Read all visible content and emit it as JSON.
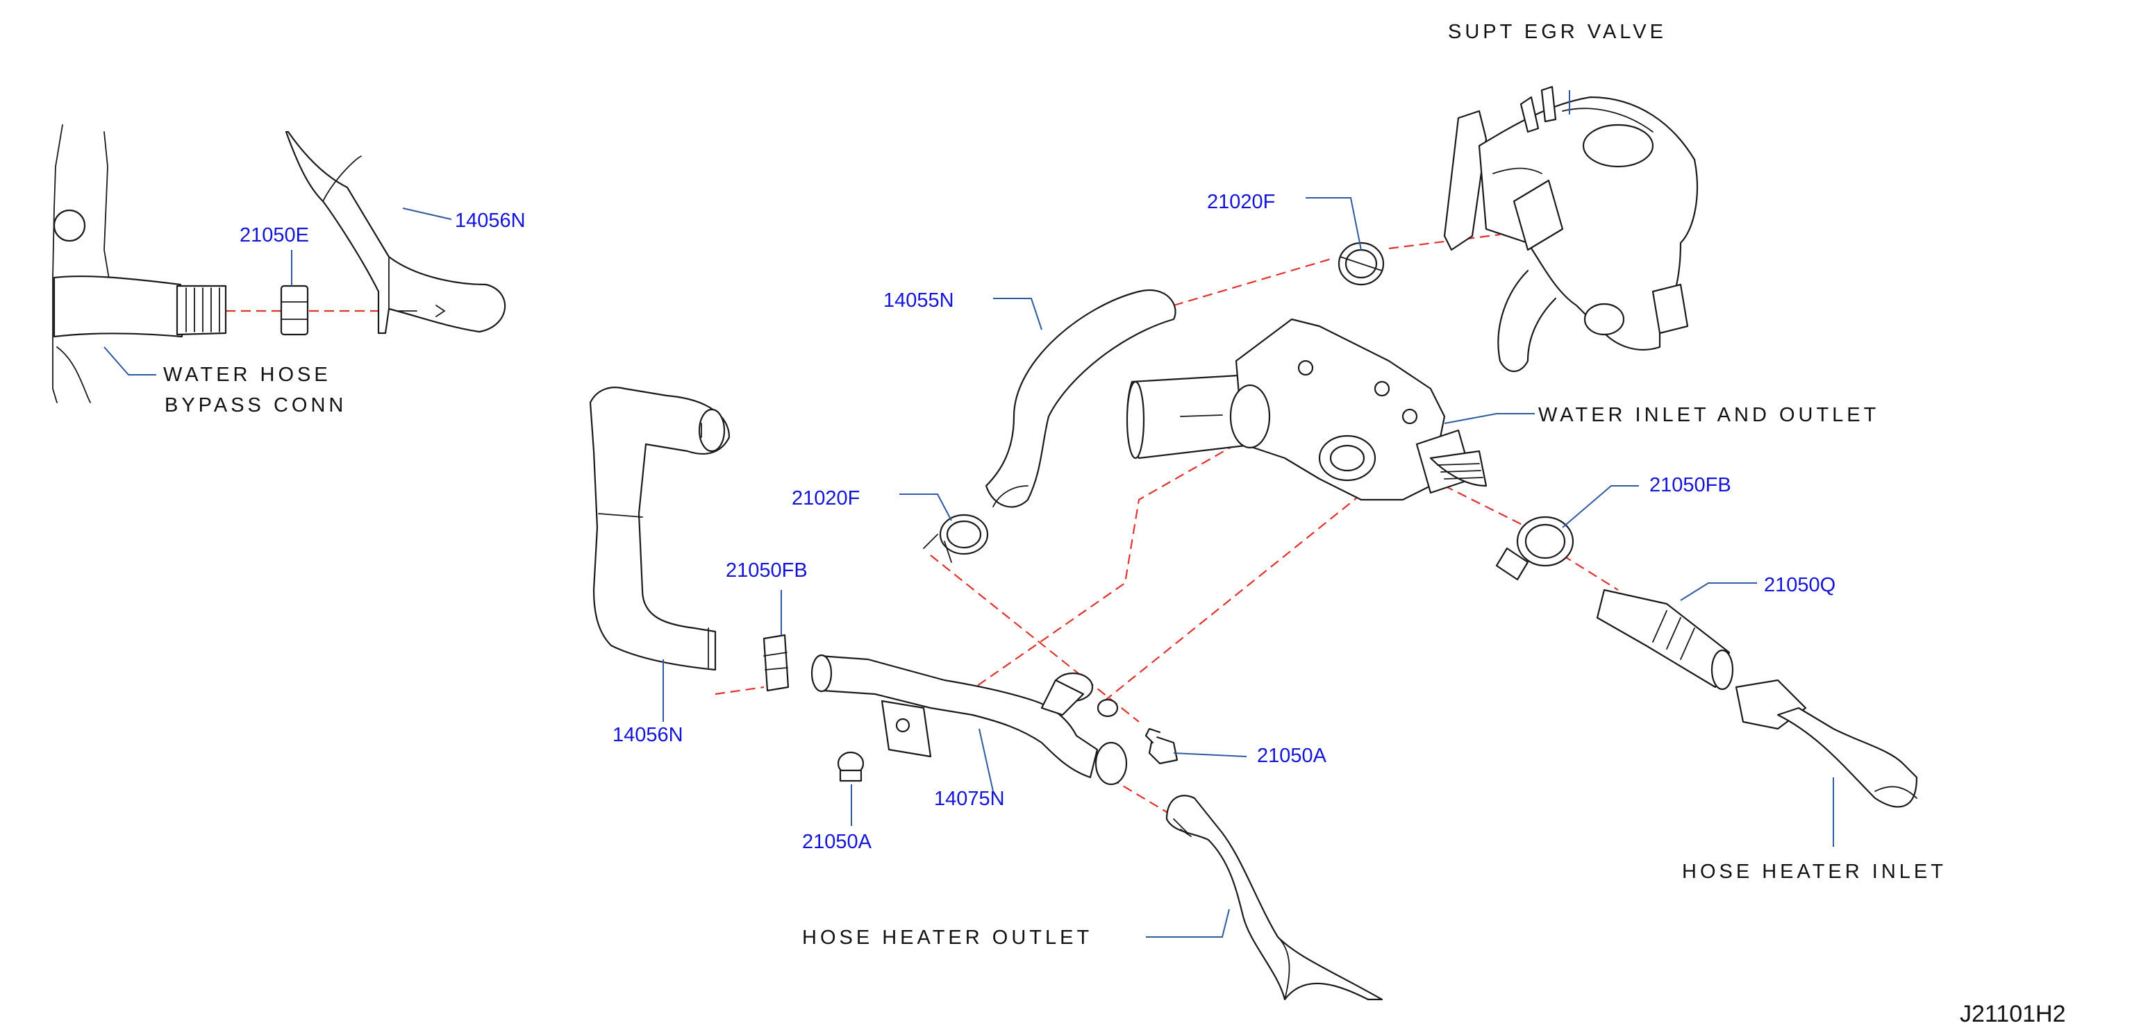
{
  "colors": {
    "part_number": "#1414d6",
    "name_label": "#111111",
    "dashed_line": "#e0322d",
    "leader_line": "#2f5a9e"
  },
  "labels": {
    "supt_egr_valve": "SUPT EGR VALVE",
    "water_inlet_outlet": "WATER INLET AND OUTLET",
    "water_hose_bypass_l1": "WATER HOSE",
    "water_hose_bypass_l2": "BYPASS CONN",
    "hose_heater_inlet": "HOSE HEATER INLET",
    "hose_heater_outlet": "HOSE HEATER OUTLET"
  },
  "part_numbers": {
    "p_14056N_top": "14056N",
    "p_21050E": "21050E",
    "p_21020F_top": "21020F",
    "p_14055N": "14055N",
    "p_21020F_mid": "21020F",
    "p_21050FB_right": "21050FB",
    "p_21050Q": "21050Q",
    "p_21050FB_left": "21050FB",
    "p_14056N_left": "14056N",
    "p_21050A_right": "21050A",
    "p_14075N": "14075N",
    "p_21050A_left": "21050A"
  },
  "diagram_code": "J21101H2"
}
